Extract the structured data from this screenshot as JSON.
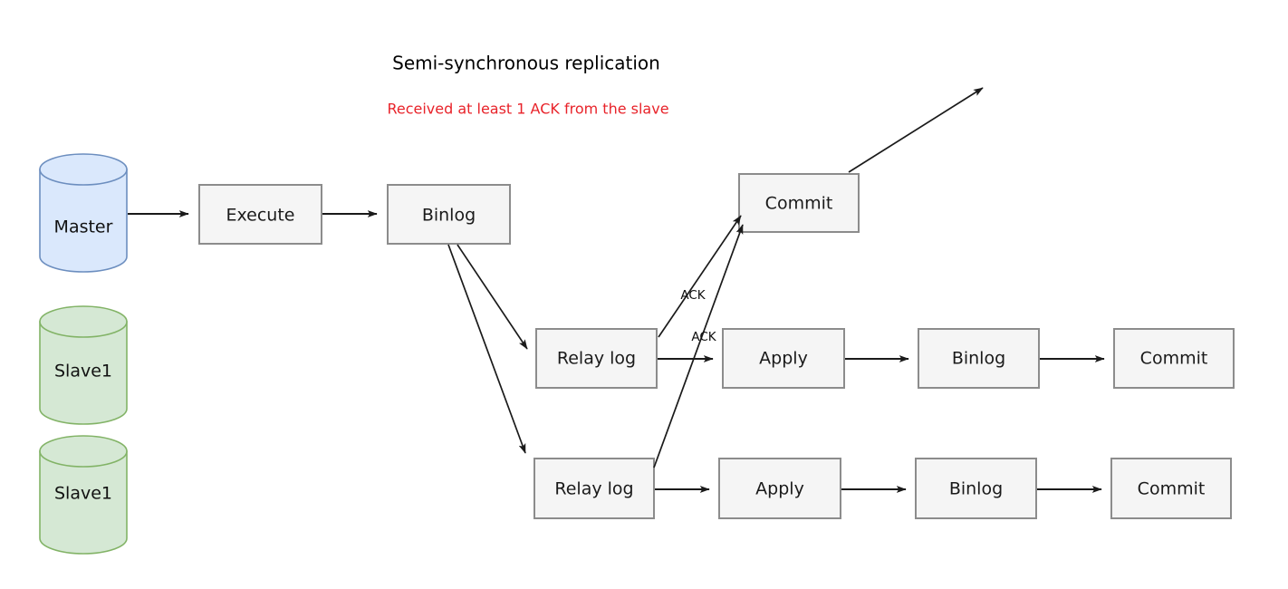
{
  "diagram": {
    "title": "Semi-synchronous replication",
    "subtitle": "Received at least 1 ACK from the slave",
    "subtitle_color": "#e8232a",
    "background_color": "#ffffff",
    "nodes": {
      "master": {
        "label": "Master",
        "shape": "cylinder",
        "fill": "#dae8fc",
        "stroke": "#6c8ebf"
      },
      "slave1": {
        "label": "Slave1",
        "shape": "cylinder",
        "fill": "#d5e8d4",
        "stroke": "#82b366"
      },
      "slave2": {
        "label": "Slave1",
        "shape": "cylinder",
        "fill": "#d5e8d4",
        "stroke": "#82b366"
      },
      "master_execute": {
        "label": "Execute",
        "shape": "rect",
        "fill": "#f5f5f5",
        "stroke": "#8c8c8c"
      },
      "master_binlog": {
        "label": "Binlog",
        "shape": "rect",
        "fill": "#f5f5f5",
        "stroke": "#8c8c8c"
      },
      "master_commit": {
        "label": "Commit",
        "shape": "rect",
        "fill": "#f5f5f5",
        "stroke": "#8c8c8c"
      },
      "slave1_relay_log": {
        "label": "Relay log",
        "shape": "rect",
        "fill": "#f5f5f5",
        "stroke": "#8c8c8c"
      },
      "slave1_apply": {
        "label": "Apply",
        "shape": "rect",
        "fill": "#f5f5f5",
        "stroke": "#8c8c8c"
      },
      "slave1_binlog": {
        "label": "Binlog",
        "shape": "rect",
        "fill": "#f5f5f5",
        "stroke": "#8c8c8c"
      },
      "slave1_commit": {
        "label": "Commit",
        "shape": "rect",
        "fill": "#f5f5f5",
        "stroke": "#8c8c8c"
      },
      "slave2_relay_log": {
        "label": "Relay log",
        "shape": "rect",
        "fill": "#f5f5f5",
        "stroke": "#8c8c8c"
      },
      "slave2_apply": {
        "label": "Apply",
        "shape": "rect",
        "fill": "#f5f5f5",
        "stroke": "#8c8c8c"
      },
      "slave2_binlog": {
        "label": "Binlog",
        "shape": "rect",
        "fill": "#f5f5f5",
        "stroke": "#8c8c8c"
      },
      "slave2_commit": {
        "label": "Commit",
        "shape": "rect",
        "fill": "#f5f5f5",
        "stroke": "#8c8c8c"
      }
    },
    "edge_labels": {
      "ack_slave1": "ACK",
      "ack_slave2": "ACK"
    }
  }
}
